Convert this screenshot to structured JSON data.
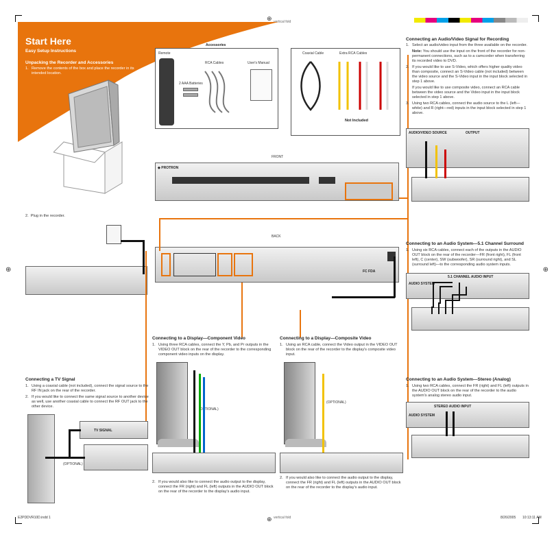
{
  "colors": {
    "accent": "#e8740d",
    "text": "#333333",
    "device": "#d6d6d6",
    "cable": "#111111"
  },
  "marks": {
    "vertical_fold_top": "vertical fold",
    "vertical_fold_bottom": "vertical fold",
    "file_name": "E2PDDVR10D.indd 1",
    "date": "8/26/2005",
    "time": "10:13:11 AM"
  },
  "header": {
    "title": "Start Here",
    "subtitle": "Easy Setup Instructions"
  },
  "unpacking": {
    "heading": "Unpacking the Recorder and Accessories",
    "steps": [
      "Remove the contents of the box and place the recorder in its intended location."
    ],
    "step2": "Plug in the recorder."
  },
  "accessories": {
    "heading": "Accessories",
    "remote": "Remote",
    "rca_cables": "RCA Cables",
    "users_manual": "User's Manual",
    "batteries": "2 AAA Batteries"
  },
  "not_included": {
    "coaxial_cable": "Coaxial Cable",
    "extra_rca_cables": "Extra RCA Cables",
    "label": "Not Included"
  },
  "front": {
    "label": "FRONT",
    "brand": "PROTRON"
  },
  "back": {
    "label": "BACK",
    "fc": "FC FDA"
  },
  "av_signal": {
    "heading": "Connecting an Audio/Video Signal for Recording",
    "steps": [
      "Select an audio/video input from the three available on the recorder."
    ],
    "note_label": "Note:",
    "note": "You should use the input on the front of the recorder for non-permanent connections, such as to a camcorder when transferring its recorded video to DVD.",
    "step2": "If you would like to use S-Video, which offers higher quality video than composite, connect an S-Video cable (not included) between the video source and the S-Video input in the input block selected in step 1 above.",
    "step2b": "If you would like to use composite video, connect an RCA cable between the video source and the Video input in the input block selected in step 1 above.",
    "step3": "Using two RCA cables, connect the audio source to the L (left—white) and R (right—red) inputs in the input block selected in step 1 above.",
    "diagram_source": "AUDIO/VIDEO SOURCE",
    "diagram_output": "OUTPUT"
  },
  "surround": {
    "heading": "Connecting to an Audio System—5.1 Channel Surround",
    "steps": [
      "Using six RCA cables, connect each of the outputs in the AUDIO OUT block on the rear of the recorder—FR (front right), FL (front left), C (center), SW (subwoofer), SR (surround right), and SL (surround left)—to the corresponding audio system inputs."
    ],
    "diagram_label": "AUDIO SYSTEM",
    "diagram_input": "5.1 CHANNEL AUDIO INPUT"
  },
  "stereo": {
    "heading": "Connecting to an Audio System—Stereo (Analog)",
    "steps": [
      "Using two RCA cables, connect the FR (right) and FL (left) outputs in the AUDIO OUT block on the rear of the recorder to the audio system's analog stereo audio input."
    ],
    "diagram_label": "AUDIO SYSTEM",
    "diagram_input": "STEREO AUDIO INPUT"
  },
  "component": {
    "heading": "Connecting to a Display—Component Video",
    "steps": [
      "Using three RCA cables, connect the Y, Pb, and Pr outputs in the VIDEO OUT block on the rear of the recorder to the corresponding component video inputs on the display."
    ],
    "step2": "If you would also like to connect the audio output to the display, connect the FR (right) and FL (left) outputs in the AUDIO OUT block on the rear of the recorder to the display's audio input.",
    "optional": "(OPTIONAL)"
  },
  "composite": {
    "heading": "Connecting to a Display—Composite Video",
    "steps": [
      "Using an RCA cable, connect the Video output in the VIDEO OUT block on the rear of the recorder to the display's composite video input."
    ],
    "step2": "If you would also like to connect the audio output to the display, connect the FR (right) and FL (left) outputs in the AUDIO OUT block on the rear of the recorder to the display's audio input.",
    "optional": "(OPTIONAL)"
  },
  "tv_signal": {
    "heading": "Connecting a TV Signal",
    "steps": [
      "Using a coaxial cable (not included), connect the signal source to the RF IN jack on the rear of the recorder.",
      "If you would like to connect the same signal source to another device as well, use another coaxial cable to connect the RF OUT jack to the other device."
    ],
    "tv_signal_label": "TV SIGNAL",
    "optional": "(OPTIONAL)"
  }
}
